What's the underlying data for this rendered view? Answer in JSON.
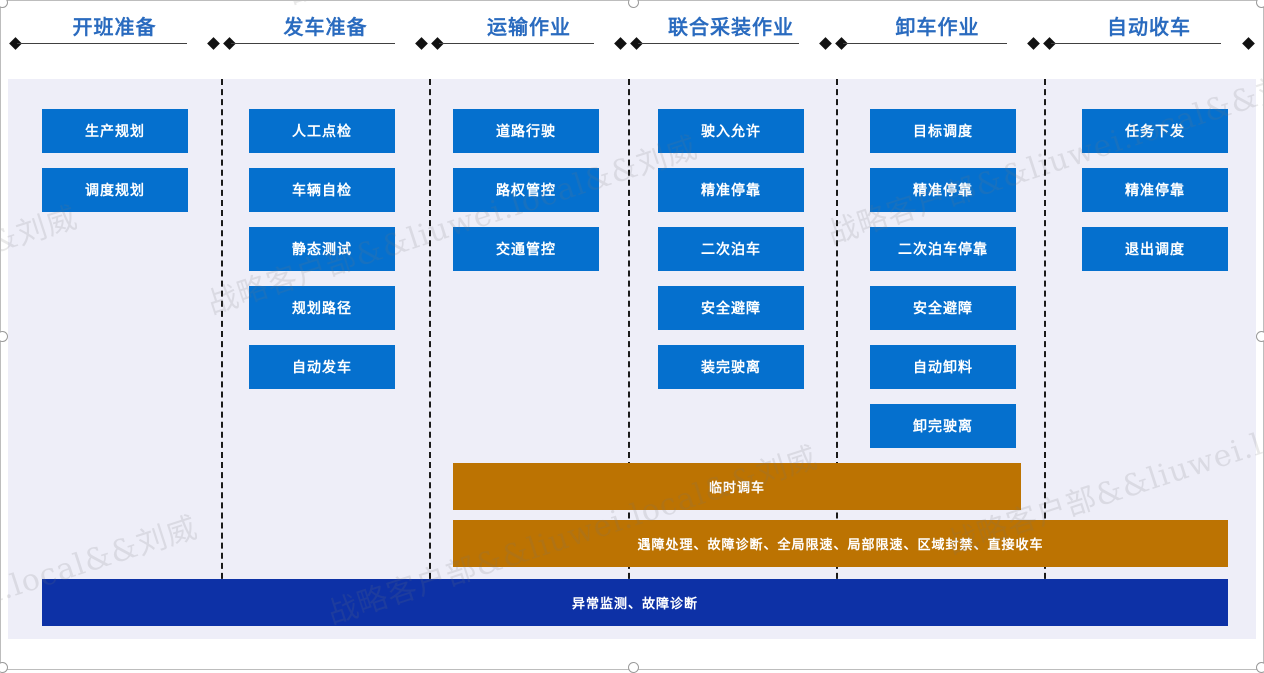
{
  "watermark": {
    "text": "战略客户部&&liuwei.local&&刘威"
  },
  "colors": {
    "process_blue": "#0570ce",
    "orange": "#bc7302",
    "navy": "#0d31a6",
    "panel_bg": "#eeeef8",
    "title_blue": "#2a6bbf"
  },
  "phases": [
    {
      "label": "开班准备"
    },
    {
      "label": "发车准备"
    },
    {
      "label": "运输作业"
    },
    {
      "label": "联合采装作业"
    },
    {
      "label": "卸车作业"
    },
    {
      "label": "自动收车"
    }
  ],
  "columns": [
    {
      "phase": "开班准备",
      "steps": [
        "生产规划",
        "调度规划"
      ]
    },
    {
      "phase": "发车准备",
      "steps": [
        "人工点检",
        "车辆自检",
        "静态测试",
        "规划路径",
        "自动发车"
      ]
    },
    {
      "phase": "运输作业",
      "steps": [
        "道路行驶",
        "路权管控",
        "交通管控"
      ]
    },
    {
      "phase": "联合采装作业",
      "steps": [
        "驶入允许",
        "精准停靠",
        "二次泊车",
        "安全避障",
        "装完驶离"
      ]
    },
    {
      "phase": "卸车作业",
      "steps": [
        "目标调度",
        "精准停靠",
        "二次泊车停靠",
        "安全避障",
        "自动卸料",
        "卸完驶离"
      ]
    },
    {
      "phase": "自动收车",
      "steps": [
        "任务下发",
        "精准停靠",
        "退出调度"
      ]
    }
  ],
  "bars": [
    {
      "label": "临时调车",
      "style": "orange"
    },
    {
      "label": "遇障处理、故障诊断、全局限速、局部限速、区域封禁、直接收车",
      "style": "orange"
    },
    {
      "label": "异常监测、故障诊断",
      "style": "navy"
    }
  ]
}
